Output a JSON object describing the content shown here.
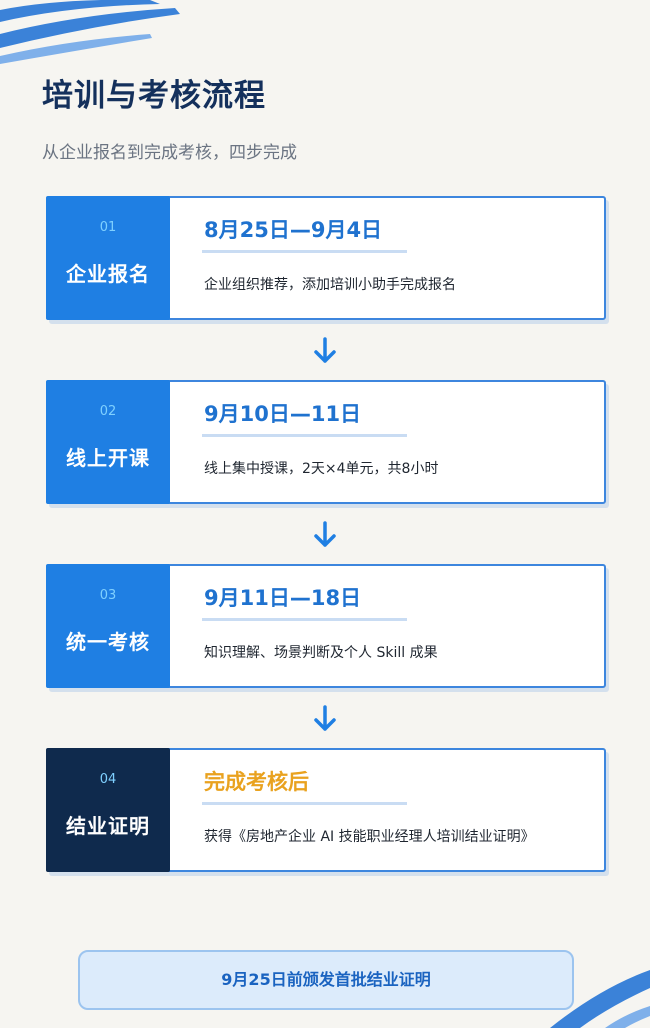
{
  "header": {
    "title": "培训与考核流程",
    "subtitle": "从企业报名到完成考核，四步完成"
  },
  "steps": [
    {
      "num": "01",
      "label": "企业报名",
      "date": "8月25日—9月4日",
      "desc": "企业组织推荐，添加培训小助手完成报名"
    },
    {
      "num": "02",
      "label": "线上开课",
      "date": "9月10日—11日",
      "desc": "线上集中授课，2天×4单元，共8小时"
    },
    {
      "num": "03",
      "label": "统一考核",
      "date": "9月11日—18日",
      "desc": "知识理解、场景判断及个人 Skill 成果"
    },
    {
      "num": "04",
      "label": "结业证明",
      "date": "完成考核后",
      "desc": "获得《房地产企业 AI 技能职业经理人培训结业证明》"
    }
  ],
  "footer": {
    "text": "9月25日前颁发首批结业证明"
  },
  "colors": {
    "accent_blue": "#1f7fe3",
    "dark_navy": "#0f2a4d",
    "date_gold": "#e9a21f",
    "title_navy": "#14305c"
  }
}
